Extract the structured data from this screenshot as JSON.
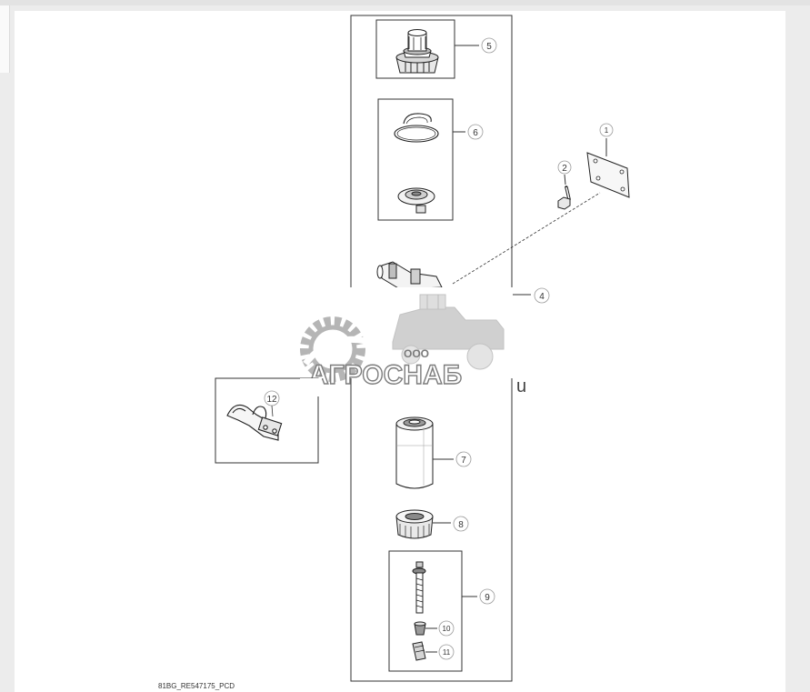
{
  "diagram": {
    "drawing_code": "81BG_RE547175_PCD",
    "callouts": {
      "c1": "1",
      "c2": "2",
      "c4": "4",
      "c5": "5",
      "c6": "6",
      "c7": "7",
      "c8": "8",
      "c9": "9",
      "c10": "10",
      "c11": "11",
      "c12": "12"
    }
  },
  "watermark": {
    "company_prefix": "ООО",
    "company_name": "АГРОСНАБ",
    "suffix": "u"
  },
  "colors": {
    "line": "#333333",
    "watermark_gray": "#b5b5b5",
    "watermark_text": "#7a7a7a",
    "background": "#ececec"
  }
}
